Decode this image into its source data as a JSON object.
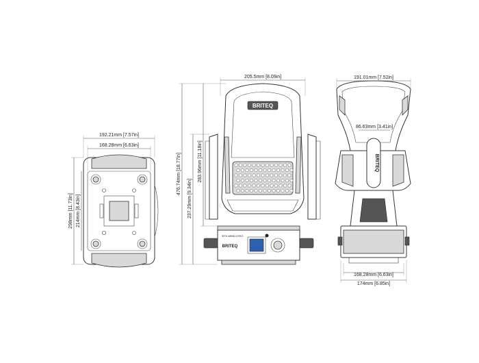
{
  "colors": {
    "line": "#333333",
    "shade": "#d9d9d9",
    "screen": "#2d5fb3",
    "background": "#ffffff"
  },
  "views": {
    "bottom": {
      "width_overall": "192.21mm [7.57in]",
      "width_inner": "168.28mm [6.63in]",
      "depth_inner": "214mm [8.43in]",
      "depth_overall": "298mm [11.73in]"
    },
    "front": {
      "width_head": "205.5mm [8.09in]",
      "height_total": "476.74mm [18.77in]",
      "height_to_tilt": "237.29mm [9.34in]",
      "height_head": "283.96mm [11.18in]",
      "logo": "BRITEQ",
      "base_label": "BTX-MINILUTEO",
      "base_logo": "BRITEQ"
    },
    "side": {
      "width_head": "191.01mm [7.52in]",
      "depth_head": "86.63mm [3.41in]",
      "width_base_inner": "168.28mm [6.63in]",
      "width_base": "174mm [6.85in]",
      "logo": "BRITEQ"
    }
  }
}
